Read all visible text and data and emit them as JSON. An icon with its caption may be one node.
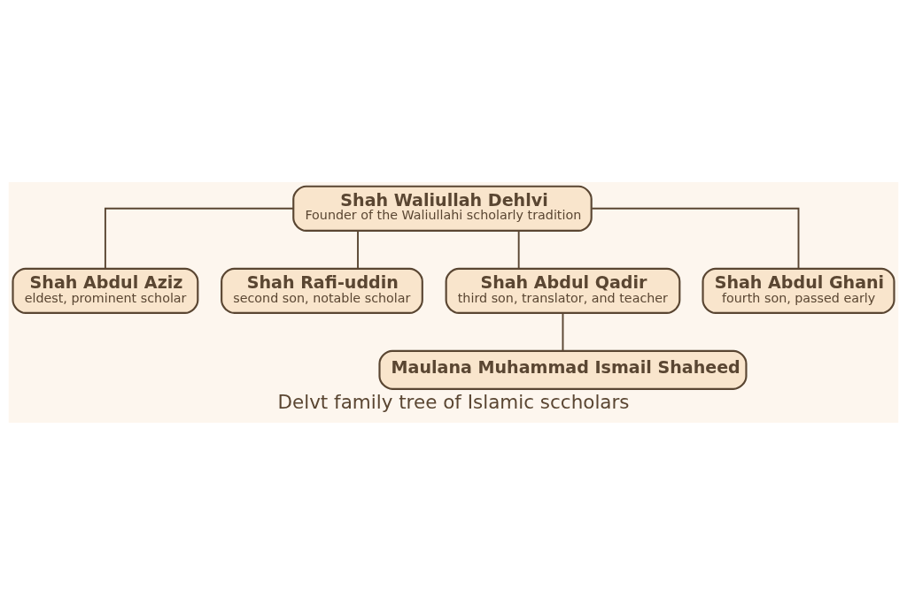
{
  "diagram": {
    "caption": "Delvt family tree of Islamic sccholars",
    "nodes": [
      {
        "text": [
          "Shah Waliullah Dehlvi",
          "Founder of the Waliullahi scholarly tradition"
        ]
      },
      {
        "text": [
          "Shah Abdul Aziz",
          "eldest, prominent scholar"
        ]
      },
      {
        "text": [
          "Shah Rafi-uddin",
          "second son, notable scholar"
        ]
      },
      {
        "text": [
          "Shah Abdul Qadir",
          "third son, translator, and teacher"
        ]
      },
      {
        "text": [
          "Shah Abdul Ghani",
          "fourth son, passed early"
        ]
      },
      {
        "text": [
          "Maulana Muhammad Ismail Shaheed"
        ]
      }
    ],
    "edges": [
      {
        "from": 0,
        "to": 1,
        "arrow": "none"
      },
      {
        "from": 0,
        "to": 2,
        "arrow": "none"
      },
      {
        "from": 0,
        "to": 3,
        "arrow": "none"
      },
      {
        "from": 0,
        "to": 4,
        "arrow": "none"
      },
      {
        "from": 3,
        "to": 5,
        "arrow": "none"
      }
    ]
  }
}
